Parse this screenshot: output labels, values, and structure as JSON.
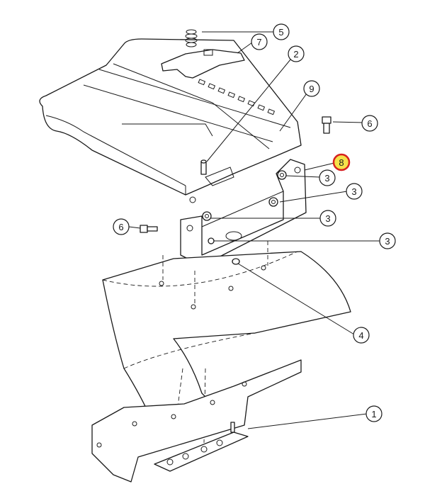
{
  "diagram": {
    "colors": {
      "line": "#1a1a1a",
      "highlight_ring": "#d62020",
      "highlight_fill": "#f5e14a"
    },
    "callouts": [
      {
        "id": "c1",
        "label": "1"
      },
      {
        "id": "c2",
        "label": "2"
      },
      {
        "id": "c3a",
        "label": "3"
      },
      {
        "id": "c3b",
        "label": "3"
      },
      {
        "id": "c3c",
        "label": "3"
      },
      {
        "id": "c3d",
        "label": "3"
      },
      {
        "id": "c4",
        "label": "4"
      },
      {
        "id": "c5",
        "label": "5"
      },
      {
        "id": "c6a",
        "label": "6"
      },
      {
        "id": "c6b",
        "label": "6"
      },
      {
        "id": "c7",
        "label": "7"
      },
      {
        "id": "c8",
        "label": "8",
        "highlighted": true
      },
      {
        "id": "c9",
        "label": "9"
      }
    ]
  }
}
